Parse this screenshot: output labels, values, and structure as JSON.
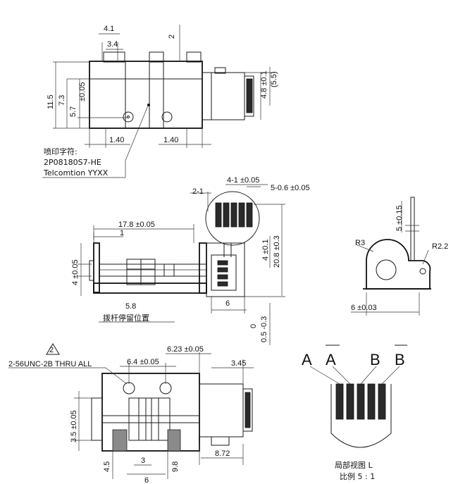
{
  "top_view": {
    "dim_4_1": "4.1",
    "dim_3_4": "3.4",
    "dim_2": "2",
    "dim_11_5": "11.5",
    "dim_7_3": "7.3",
    "dim_5_7": "5.7",
    "dim_0_05": "±0.05",
    "dim_1_40_left": "1.40",
    "dim_1_40_right": "1.40",
    "dim_4_8": "4.8 ±0.1",
    "dim_5_5": "(5.5)",
    "marking_label": "喷印字符:",
    "marking_line1": "2P08180S7-HE",
    "marking_line2": "Telcomtion YYXX"
  },
  "front_view": {
    "dim_2_1": "2-1",
    "dim_4_1": "4-1 ±0.05",
    "dim_5_0_6": "5-0.6 ±0.05",
    "dim_17_8": "17.8 ±0.05",
    "dim_1": "1",
    "dim_4_left": "4 ±0.05",
    "dim_4_right": "4 ±0.1",
    "dim_20_8": "20.8 ±0.3",
    "dim_6": "6",
    "dim_5_8": "5.8",
    "note_lever": "拨杆停留位置",
    "dim_0": "0",
    "dim_0_5": "0.5 -0.3"
  },
  "side_view": {
    "r3": "R3",
    "r2_2": "R2.2",
    "dim_5": "5 ±0.15",
    "dim_6": "6 ±0.03"
  },
  "bottom_view": {
    "rev_mark": "2",
    "thread_note": "2-56UNC-2B THRU ALL",
    "dim_6_4": "6.4 ±0.05",
    "dim_6_23": "6.23 ±0.05",
    "dim_3_45": "3.45",
    "dim_3_5": "3.5 ±0.05",
    "dim_8_72": "8.72",
    "dim_4_5": "4.5",
    "dim_3": "3",
    "dim_6": "6",
    "dim_9_8": "9.8"
  },
  "detail_view": {
    "pin_a": "A",
    "pin_a_bar": "A",
    "pin_b": "B",
    "pin_b_bar": "B",
    "caption1": "局部视图 L",
    "caption2": "比例 5 : 1"
  }
}
